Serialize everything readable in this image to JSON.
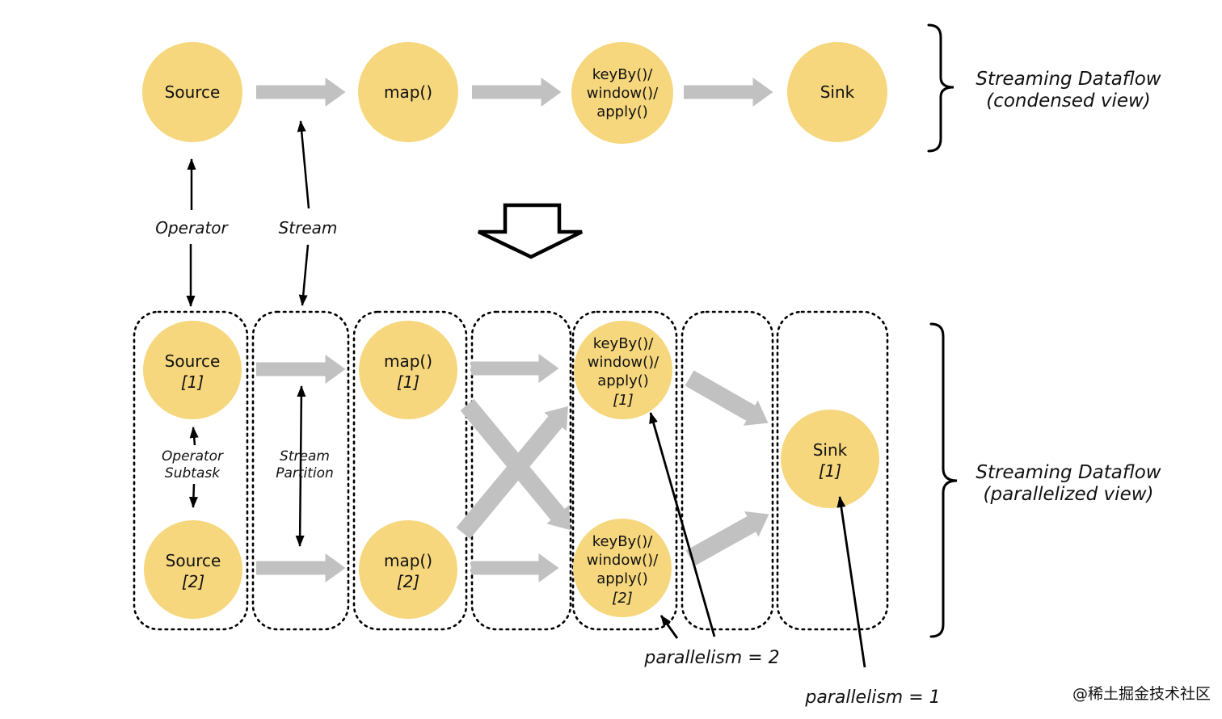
{
  "colors": {
    "node_fill": "#F6D77D",
    "arrow_gray": "#C1C1C1",
    "line_black": "#000000",
    "watermark_gray": "#C9C9C9"
  },
  "condensed": {
    "source_label": "Source",
    "map_label": "map()",
    "keyby_lines": [
      "keyBy()/",
      "window()/",
      "apply()"
    ],
    "sink_label": "Sink",
    "brace_line1": "Streaming Dataflow",
    "brace_line2": "(condensed view)"
  },
  "middle": {
    "operator_label": "Operator",
    "stream_label": "Stream"
  },
  "parallelized": {
    "source1_name": "Source",
    "source1_idx": "[1]",
    "source2_name": "Source",
    "source2_idx": "[2]",
    "map1_name": "map()",
    "map1_idx": "[1]",
    "map2_name": "map()",
    "map2_idx": "[2]",
    "keyby1_lines": [
      "keyBy()/",
      "window()/",
      "apply()"
    ],
    "keyby1_idx": "[1]",
    "keyby2_lines": [
      "keyBy()/",
      "window()/",
      "apply()"
    ],
    "keyby2_idx": "[2]",
    "sink1_name": "Sink",
    "sink1_idx": "[1]",
    "operator_subtask_line1": "Operator",
    "operator_subtask_line2": "Subtask",
    "stream_partition_line1": "Stream",
    "stream_partition_line2": "Partition",
    "parallelism_2_label": "parallelism = 2",
    "parallelism_1_label": "parallelism = 1",
    "brace_line1": "Streaming Dataflow",
    "brace_line2": "(parallelized view)"
  },
  "watermark": "@稀土掘金技术社区"
}
